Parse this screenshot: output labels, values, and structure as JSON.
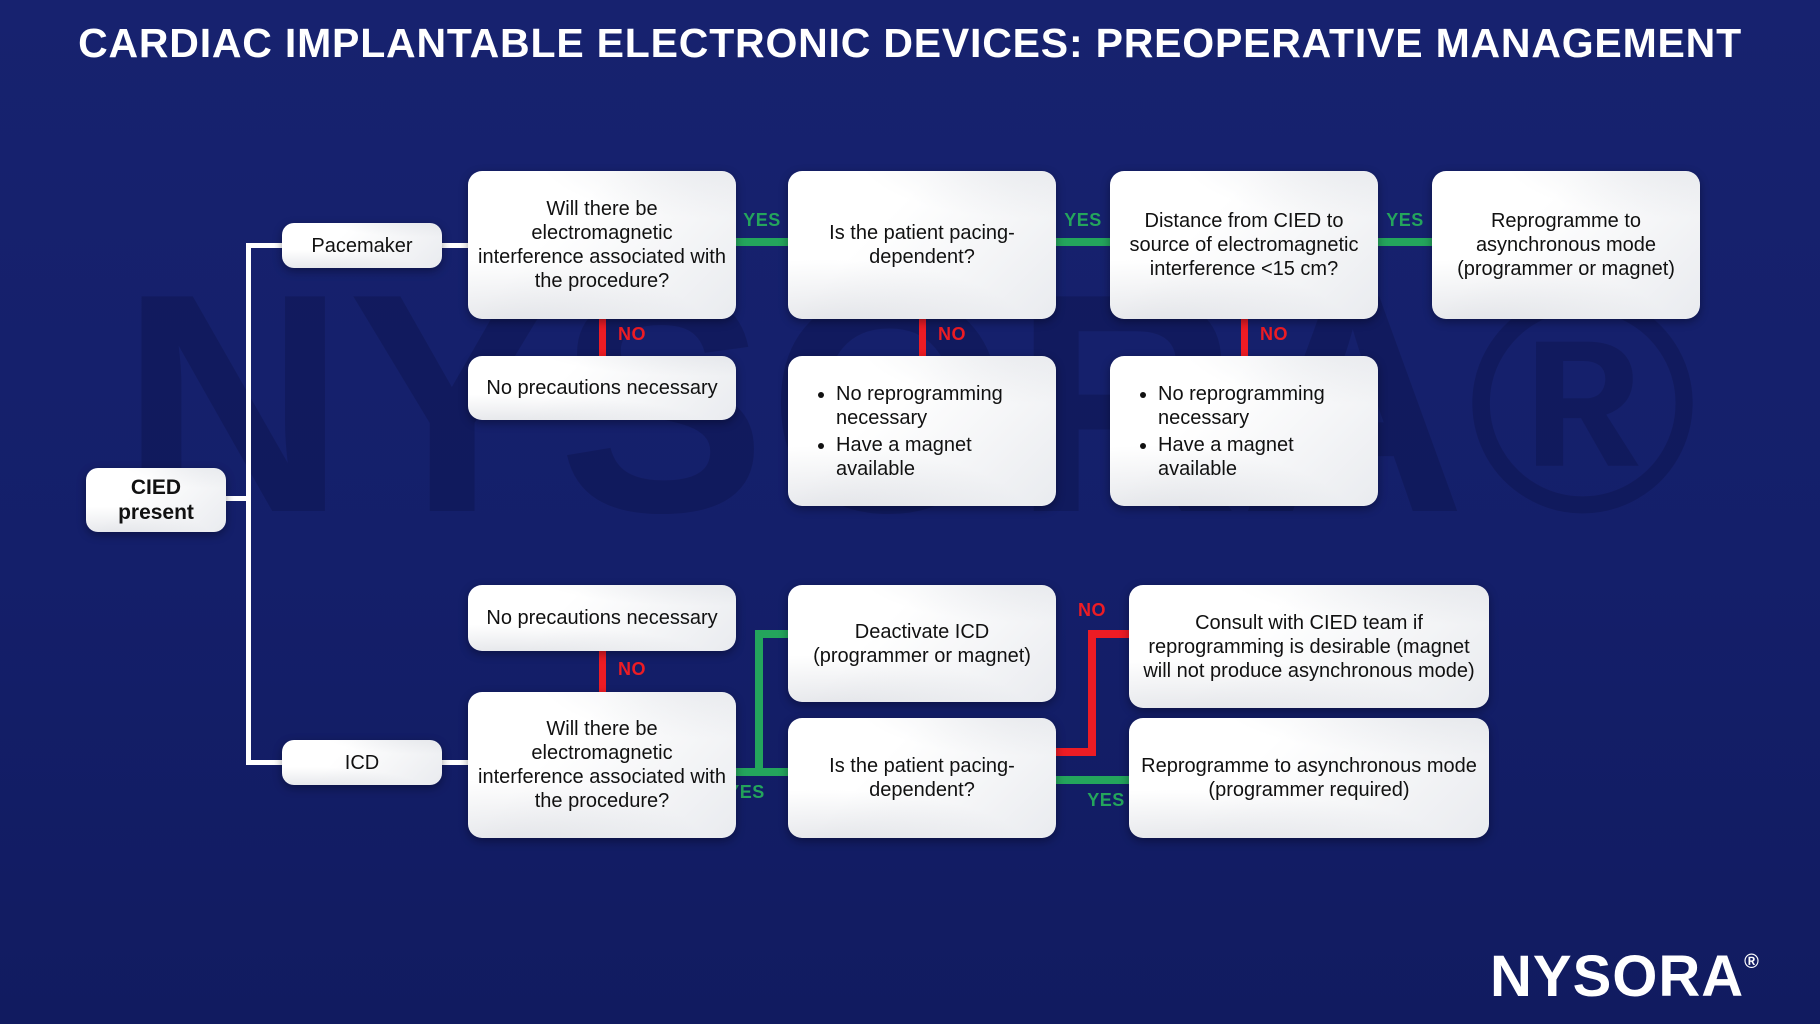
{
  "title": "CARDIAC IMPLANTABLE ELECTRONIC DEVICES: PREOPERATIVE MANAGEMENT",
  "watermark": "NYSORA®",
  "logo": {
    "text": "NYSORA",
    "mark": "®"
  },
  "connector_labels": {
    "yes": "YES",
    "no": "NO"
  },
  "root": {
    "line1": "CIED",
    "line2": "present"
  },
  "branch_labels": {
    "pacemaker": "Pacemaker",
    "icd": "ICD"
  },
  "pacemaker": {
    "q_emi": "Will there be electromagnetic interference associated with the procedure?",
    "no_precautions": "No precautions necessary",
    "q_pacing": "Is the patient pacing-dependent?",
    "pacing_no_bullets": [
      "No reprogramming necessary",
      "Have a magnet available"
    ],
    "q_distance": "Distance from CIED to source of electromagnetic interference <15 cm?",
    "distance_no_bullets": [
      "No reprogramming necessary",
      "Have a magnet available"
    ],
    "reprogramme": "Reprogramme to asynchronous mode (programmer or magnet)"
  },
  "icd": {
    "no_precautions": "No precautions necessary",
    "q_emi": "Will there be electromagnetic interference associated with the procedure?",
    "deactivate": "Deactivate ICD (programmer or magnet)",
    "q_pacing": "Is the patient pacing-dependent?",
    "consult": "Consult with CIED team if reprogramming is desirable (magnet will not produce asynchronous mode)",
    "reprogramme": "Reprogramme to asynchronous mode (programmer required)"
  },
  "colors": {
    "background": "#141f6a",
    "yes_green": "#24a55c",
    "no_red": "#ed1c24",
    "connector_white": "#ffffff",
    "box_fill": "#ffffff",
    "text": "#111111"
  }
}
